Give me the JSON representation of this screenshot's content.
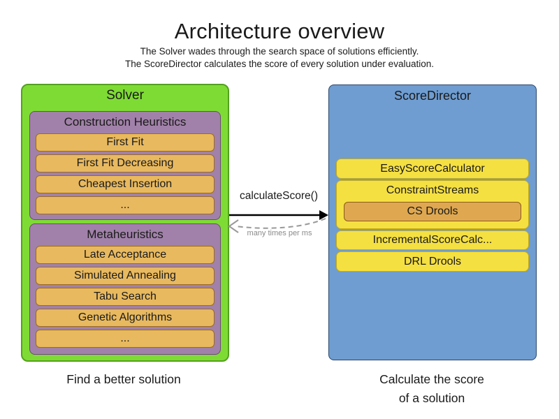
{
  "title": "Architecture overview",
  "subtitle_line1": "The Solver wades through the search space of solutions efficiently.",
  "subtitle_line2": "The ScoreDirector calculates the score of every solution under evaluation.",
  "solver": {
    "label": "Solver",
    "caption": "Find a better solution",
    "construction_heuristics": {
      "label": "Construction Heuristics",
      "items": [
        "First Fit",
        "First Fit Decreasing",
        "Cheapest Insertion",
        "..."
      ]
    },
    "metaheuristics": {
      "label": "Metaheuristics",
      "items": [
        "Late Acceptance",
        "Simulated Annealing",
        "Tabu Search",
        "Genetic Algorithms",
        "..."
      ]
    }
  },
  "score_director": {
    "label": "ScoreDirector",
    "caption_line1": "Calculate the score",
    "caption_line2": "of a solution",
    "easy_score_calculator": "EasyScoreCalculator",
    "constraint_streams": "ConstraintStreams",
    "cs_drools": "CS Drools",
    "incremental_score_calculator": "IncrementalScoreCalc...",
    "drl_drools": "DRL Drools"
  },
  "interaction": {
    "call_label": "calculateScore()",
    "frequency_label": "many times per ms"
  },
  "colors": {
    "solver_green": "#7edb34",
    "heuristic_purple": "#a181a9",
    "algorithm_orange": "#e8b95f",
    "score_director_blue": "#6f9dd1",
    "calculator_yellow": "#f5e042",
    "cs_drools_orange": "#dfa850",
    "solid_arrow_black": "#000000",
    "dashed_arrow_gray": "#999999"
  }
}
